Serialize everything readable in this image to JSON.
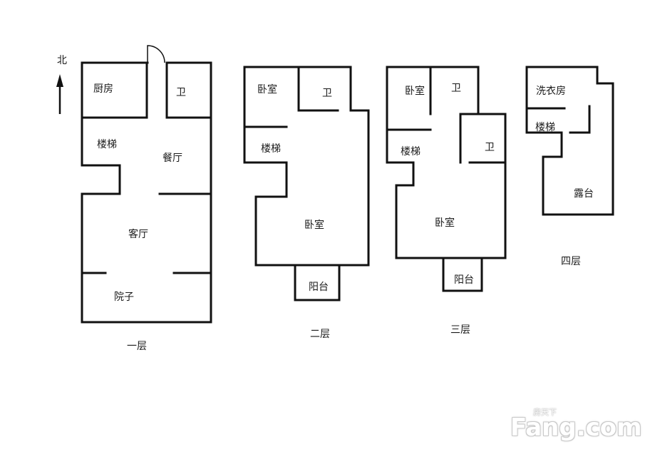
{
  "compass": {
    "label": "北"
  },
  "floors": [
    {
      "label": "一层",
      "rooms": {
        "kitchen": "厨房",
        "bath": "卫",
        "stairs": "楼梯",
        "dining": "餐厅",
        "living": "客厅",
        "yard": "院子"
      }
    },
    {
      "label": "二层",
      "rooms": {
        "bedroom_nw": "卧室",
        "bath": "卫",
        "stairs": "楼梯",
        "bedroom_main": "卧室",
        "balcony": "阳台"
      }
    },
    {
      "label": "三层",
      "rooms": {
        "bedroom_nw": "卧室",
        "bath_n": "卫",
        "bath_e": "卫",
        "stairs": "楼梯",
        "bedroom_main": "卧室",
        "balcony": "阳台"
      }
    },
    {
      "label": "四层",
      "rooms": {
        "laundry": "洗衣房",
        "stairs": "楼梯",
        "terrace": "露台"
      }
    }
  ],
  "watermark": {
    "brand": "房天下",
    "text": "Fang.com"
  }
}
